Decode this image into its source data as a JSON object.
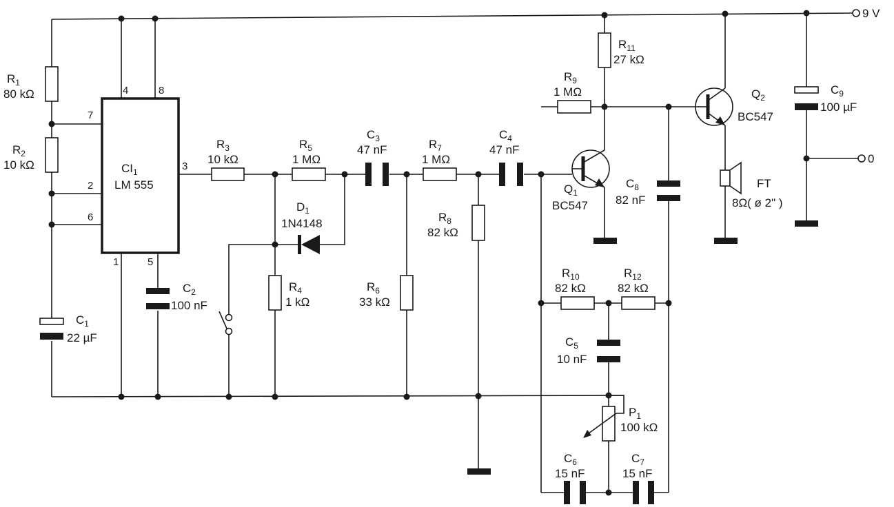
{
  "schematic": {
    "supply_label": "9 V",
    "output_label": "0",
    "ic": {
      "ref": "CI",
      "ref_sub": "1",
      "part": "LM 555"
    },
    "pins": [
      "4",
      "8",
      "7",
      "2",
      "6",
      "3",
      "1",
      "5"
    ],
    "components": {
      "R1": {
        "ref": "R",
        "sub": "1",
        "value": "80 kΩ"
      },
      "R2": {
        "ref": "R",
        "sub": "2",
        "value": "10 kΩ"
      },
      "R3": {
        "ref": "R",
        "sub": "3",
        "value": "10 kΩ"
      },
      "R4": {
        "ref": "R",
        "sub": "4",
        "value": "1 kΩ"
      },
      "R5": {
        "ref": "R",
        "sub": "5",
        "value": "1 MΩ"
      },
      "R6": {
        "ref": "R",
        "sub": "6",
        "value": "33 kΩ"
      },
      "R7": {
        "ref": "R",
        "sub": "7",
        "value": "1 MΩ"
      },
      "R8": {
        "ref": "R",
        "sub": "8",
        "value": "82 kΩ"
      },
      "R9": {
        "ref": "R",
        "sub": "9",
        "value": "1 MΩ"
      },
      "R10": {
        "ref": "R",
        "sub": "10",
        "value": "82 kΩ"
      },
      "R11": {
        "ref": "R",
        "sub": "11",
        "value": "27 kΩ"
      },
      "R12": {
        "ref": "R",
        "sub": "12",
        "value": "82 kΩ"
      },
      "C1": {
        "ref": "C",
        "sub": "1",
        "value": "22 µF"
      },
      "C2": {
        "ref": "C",
        "sub": "2",
        "value": "100 nF"
      },
      "C3": {
        "ref": "C",
        "sub": "3",
        "value": "47 nF"
      },
      "C4": {
        "ref": "C",
        "sub": "4",
        "value": "47 nF"
      },
      "C5": {
        "ref": "C",
        "sub": "5",
        "value": "10 nF"
      },
      "C6": {
        "ref": "C",
        "sub": "6",
        "value": "15 nF"
      },
      "C7": {
        "ref": "C",
        "sub": "7",
        "value": "15 nF"
      },
      "C8": {
        "ref": "C",
        "sub": "8",
        "value": "82 nF"
      },
      "C9": {
        "ref": "C",
        "sub": "9",
        "value": "100 µF"
      },
      "D1": {
        "ref": "D",
        "sub": "1",
        "value": "1N4148"
      },
      "Q1": {
        "ref": "Q",
        "sub": "1",
        "value": "BC547"
      },
      "Q2": {
        "ref": "Q",
        "sub": "2",
        "value": "BC547"
      },
      "P1": {
        "ref": "P",
        "sub": "1",
        "value": "100 kΩ"
      },
      "FT": {
        "ref": "FT",
        "value": "8Ω( ø 2\" )"
      }
    }
  }
}
